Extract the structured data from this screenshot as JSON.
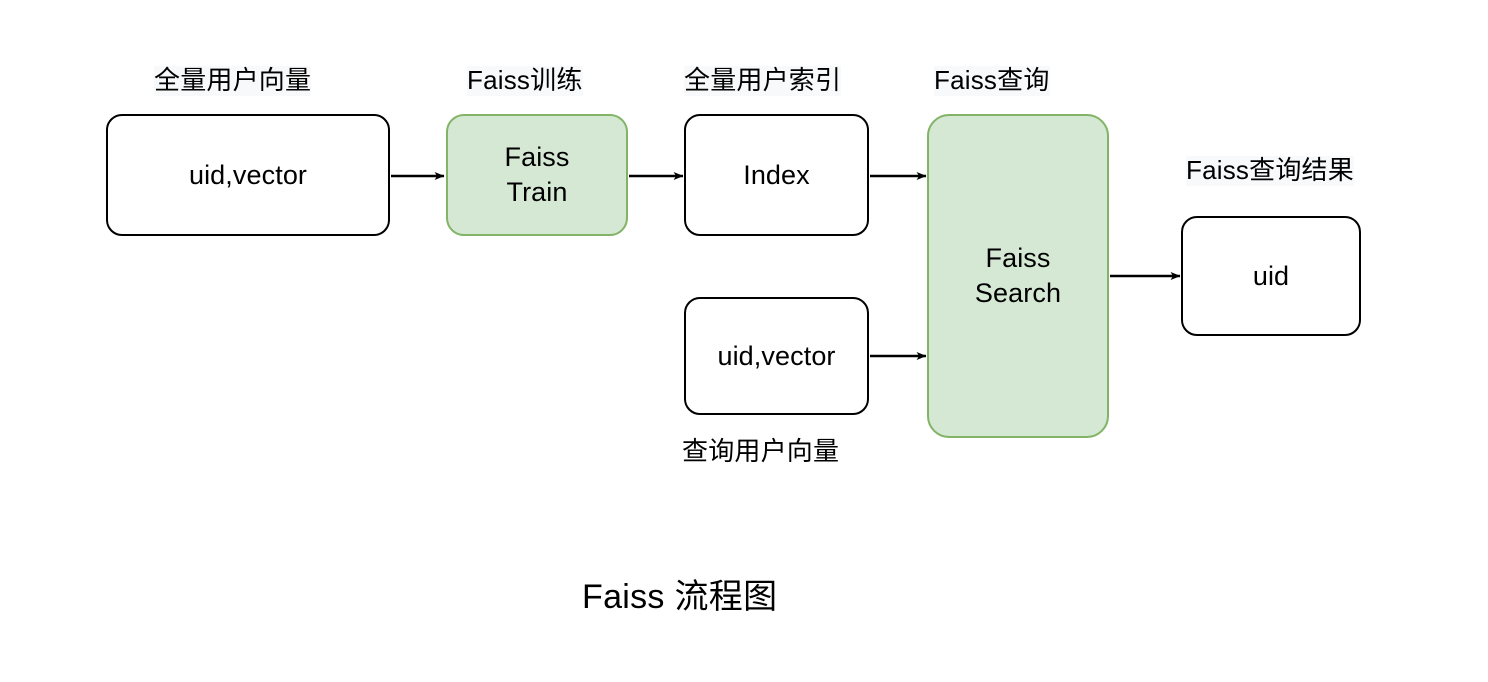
{
  "diagram": {
    "title": "Faiss 流程图",
    "background_color": "#ffffff",
    "accent_fill": "#d5e8d4",
    "accent_stroke": "#82b366",
    "node_stroke": "#000000",
    "label_background": "#f7f9fa"
  },
  "nodes": [
    {
      "id": "all-user-vector",
      "text": "uid,vector",
      "style": "plain"
    },
    {
      "id": "faiss-train",
      "text": "Faiss\nTrain",
      "style": "green"
    },
    {
      "id": "index",
      "text": "Index",
      "style": "plain"
    },
    {
      "id": "query-user-vector",
      "text": "uid,vector",
      "style": "plain"
    },
    {
      "id": "faiss-search",
      "text": "Faiss\nSearch",
      "style": "green"
    },
    {
      "id": "result-uid",
      "text": "uid",
      "style": "plain"
    }
  ],
  "labels": [
    {
      "id": "label-all-user-vector",
      "text": "全量用户向量"
    },
    {
      "id": "label-faiss-train",
      "text": "Faiss训练"
    },
    {
      "id": "label-all-user-index",
      "text": "全量用户索引"
    },
    {
      "id": "label-faiss-query",
      "text": "Faiss查询"
    },
    {
      "id": "label-faiss-result",
      "text": "Faiss查询结果"
    },
    {
      "id": "label-query-user-vector",
      "text": "查询用户向量"
    }
  ],
  "edges": [
    {
      "id": "edge-vector-to-train",
      "from": "all-user-vector",
      "to": "faiss-train"
    },
    {
      "id": "edge-train-to-index",
      "from": "faiss-train",
      "to": "index"
    },
    {
      "id": "edge-index-to-search",
      "from": "index",
      "to": "faiss-search"
    },
    {
      "id": "edge-query-to-search",
      "from": "query-user-vector",
      "to": "faiss-search"
    },
    {
      "id": "edge-search-to-result",
      "from": "faiss-search",
      "to": "result-uid"
    }
  ]
}
